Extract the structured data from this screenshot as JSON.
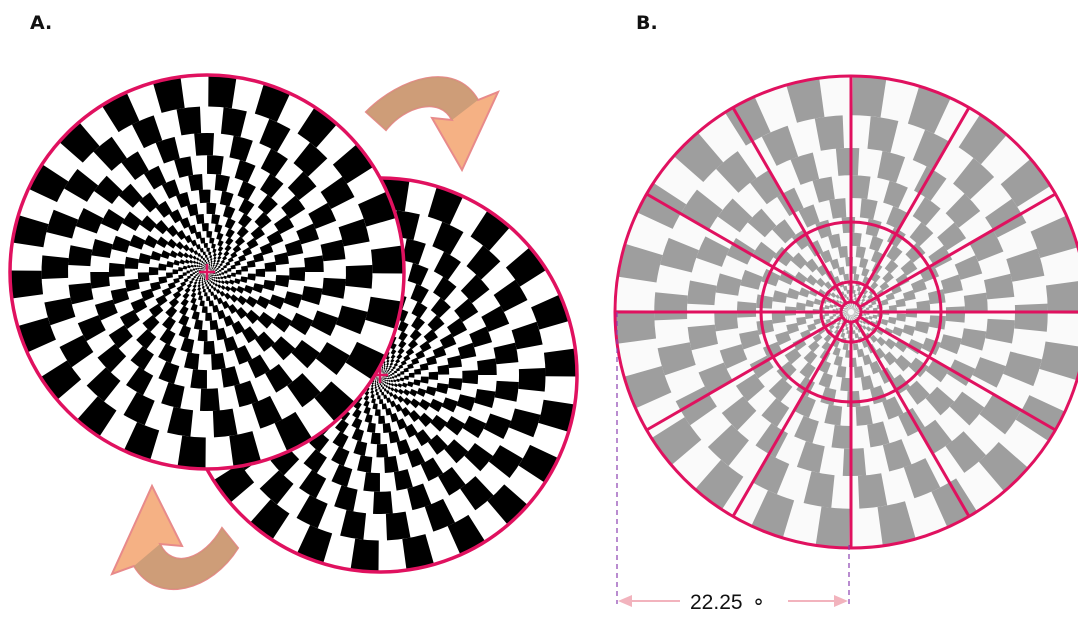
{
  "panels": {
    "a": {
      "label": "A."
    },
    "b": {
      "label": "B."
    }
  },
  "checkerboard": {
    "rings": 24,
    "spokes_per_ring_outer": 44,
    "panel_a_colors": [
      "#000000",
      "#ffffff"
    ],
    "panel_b_colors": [
      "#9e9e9e",
      "#fafafa"
    ]
  },
  "overlay_color": "#e0115f",
  "arrow_colors": {
    "light": "#f5b184",
    "dark": "#c79a76",
    "edge": "#e88a8a"
  },
  "panel_b": {
    "spoke_count": 12,
    "measurement": {
      "value": "22.25",
      "unit": "∘"
    },
    "measure_line_color": "#f2b3bd",
    "dashed_color": "#8b3fb0"
  },
  "icons": {
    "rotation_arrows": "curved-arrow-icon"
  }
}
